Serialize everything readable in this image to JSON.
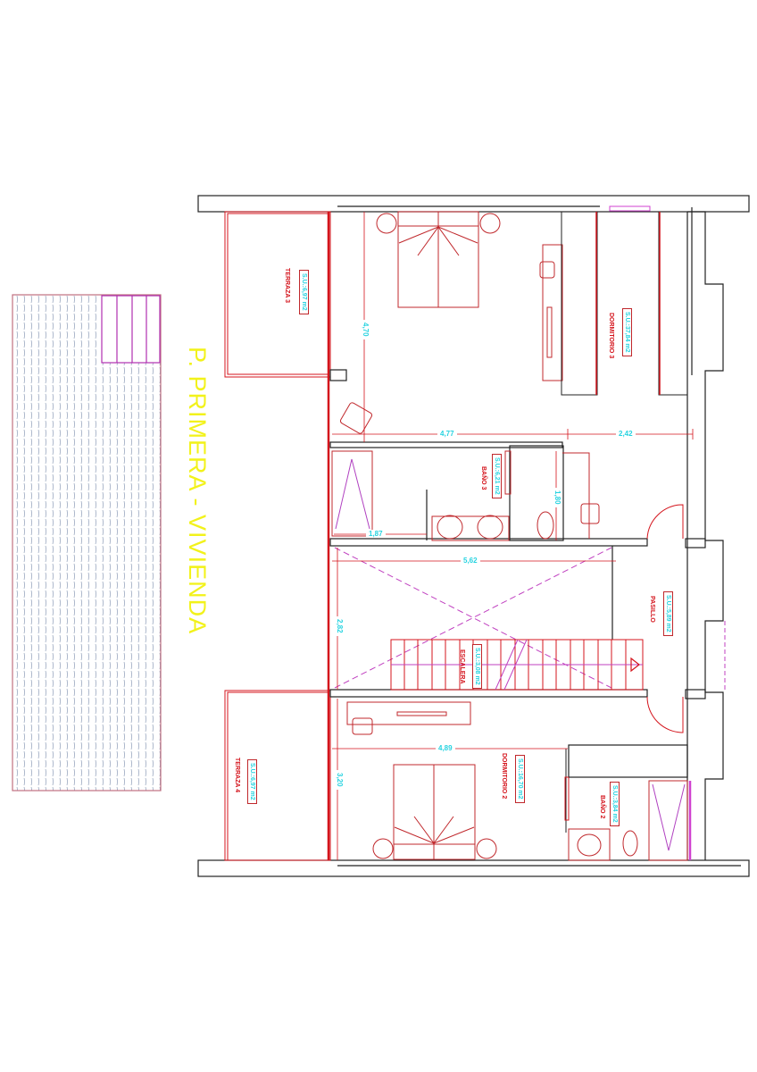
{
  "drawing": {
    "title": "P. PRIMERA - VIVIENDA",
    "colors": {
      "wall": "#222222",
      "red_line": "#d4141c",
      "cyan_text": "#27d3e0",
      "magenta": "#c040c0",
      "title_yellow": "#f2f21a",
      "pool_hatch": "#9aa8c0"
    }
  },
  "rooms": [
    {
      "id": "terraza3",
      "name": "TERRAZA 3",
      "area": "S.U.:6,97 m2"
    },
    {
      "id": "dormitorio3",
      "name": "DORMITORIO 3",
      "area": "S.U.:37,84 m2"
    },
    {
      "id": "bano3",
      "name": "BAÑO 3",
      "area": "S.U.:6,21 m2"
    },
    {
      "id": "escalera",
      "name": "ESCALERA",
      "area": "S.U.:3,08 m2"
    },
    {
      "id": "pasillo",
      "name": "PASILLO",
      "area": "S.U.:5,89 m2"
    },
    {
      "id": "dormitorio2",
      "name": "DORMITORIO 2",
      "area": "S.U.:16,70 m2"
    },
    {
      "id": "bano2",
      "name": "BAÑO 2",
      "area": "S.U.:3,84 m2"
    },
    {
      "id": "terraza4",
      "name": "TERRAZA 4",
      "area": "S.U.:6,97 m2"
    }
  ],
  "dimensions": {
    "d470": "4,70",
    "d477": "4,77",
    "d242": "2,42",
    "d187": "1,87",
    "d180": "1,80",
    "d562": "5,62",
    "d282": "2,82",
    "d489": "4,89",
    "d320": "3,20"
  }
}
